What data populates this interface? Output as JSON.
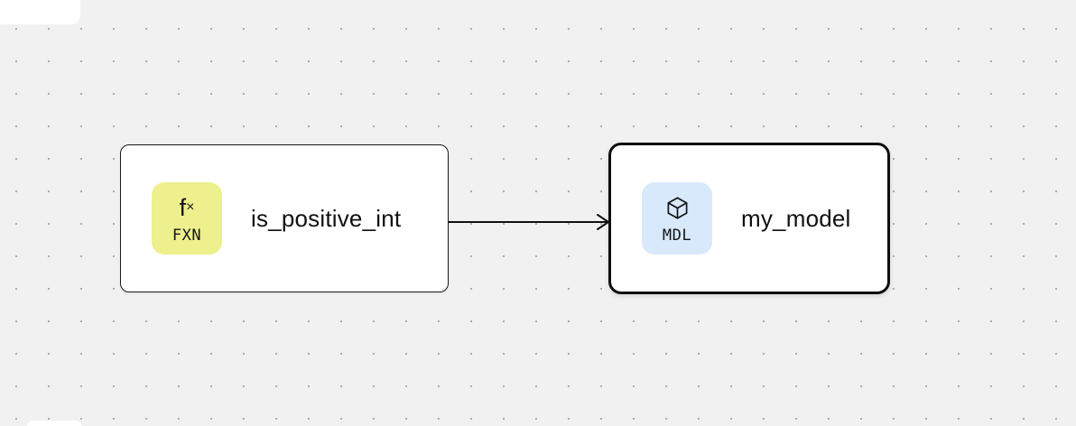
{
  "canvas": {
    "background_color": "#f1f1f1",
    "dot_color": "#adadad"
  },
  "nodes": [
    {
      "label": "is_positive_int",
      "selected": false,
      "badge": {
        "icon": "fx-function-icon",
        "symbol": "f",
        "symbol_suffix": "×",
        "text": "FXN",
        "color": "#edf08c"
      }
    },
    {
      "label": "my_model",
      "selected": true,
      "badge": {
        "icon": "cube-icon",
        "text": "MDL",
        "color": "#d9e9fc"
      }
    }
  ],
  "edges": [
    {
      "source": "is_positive_int",
      "target": "my_model"
    }
  ],
  "edge_color": "#111111"
}
